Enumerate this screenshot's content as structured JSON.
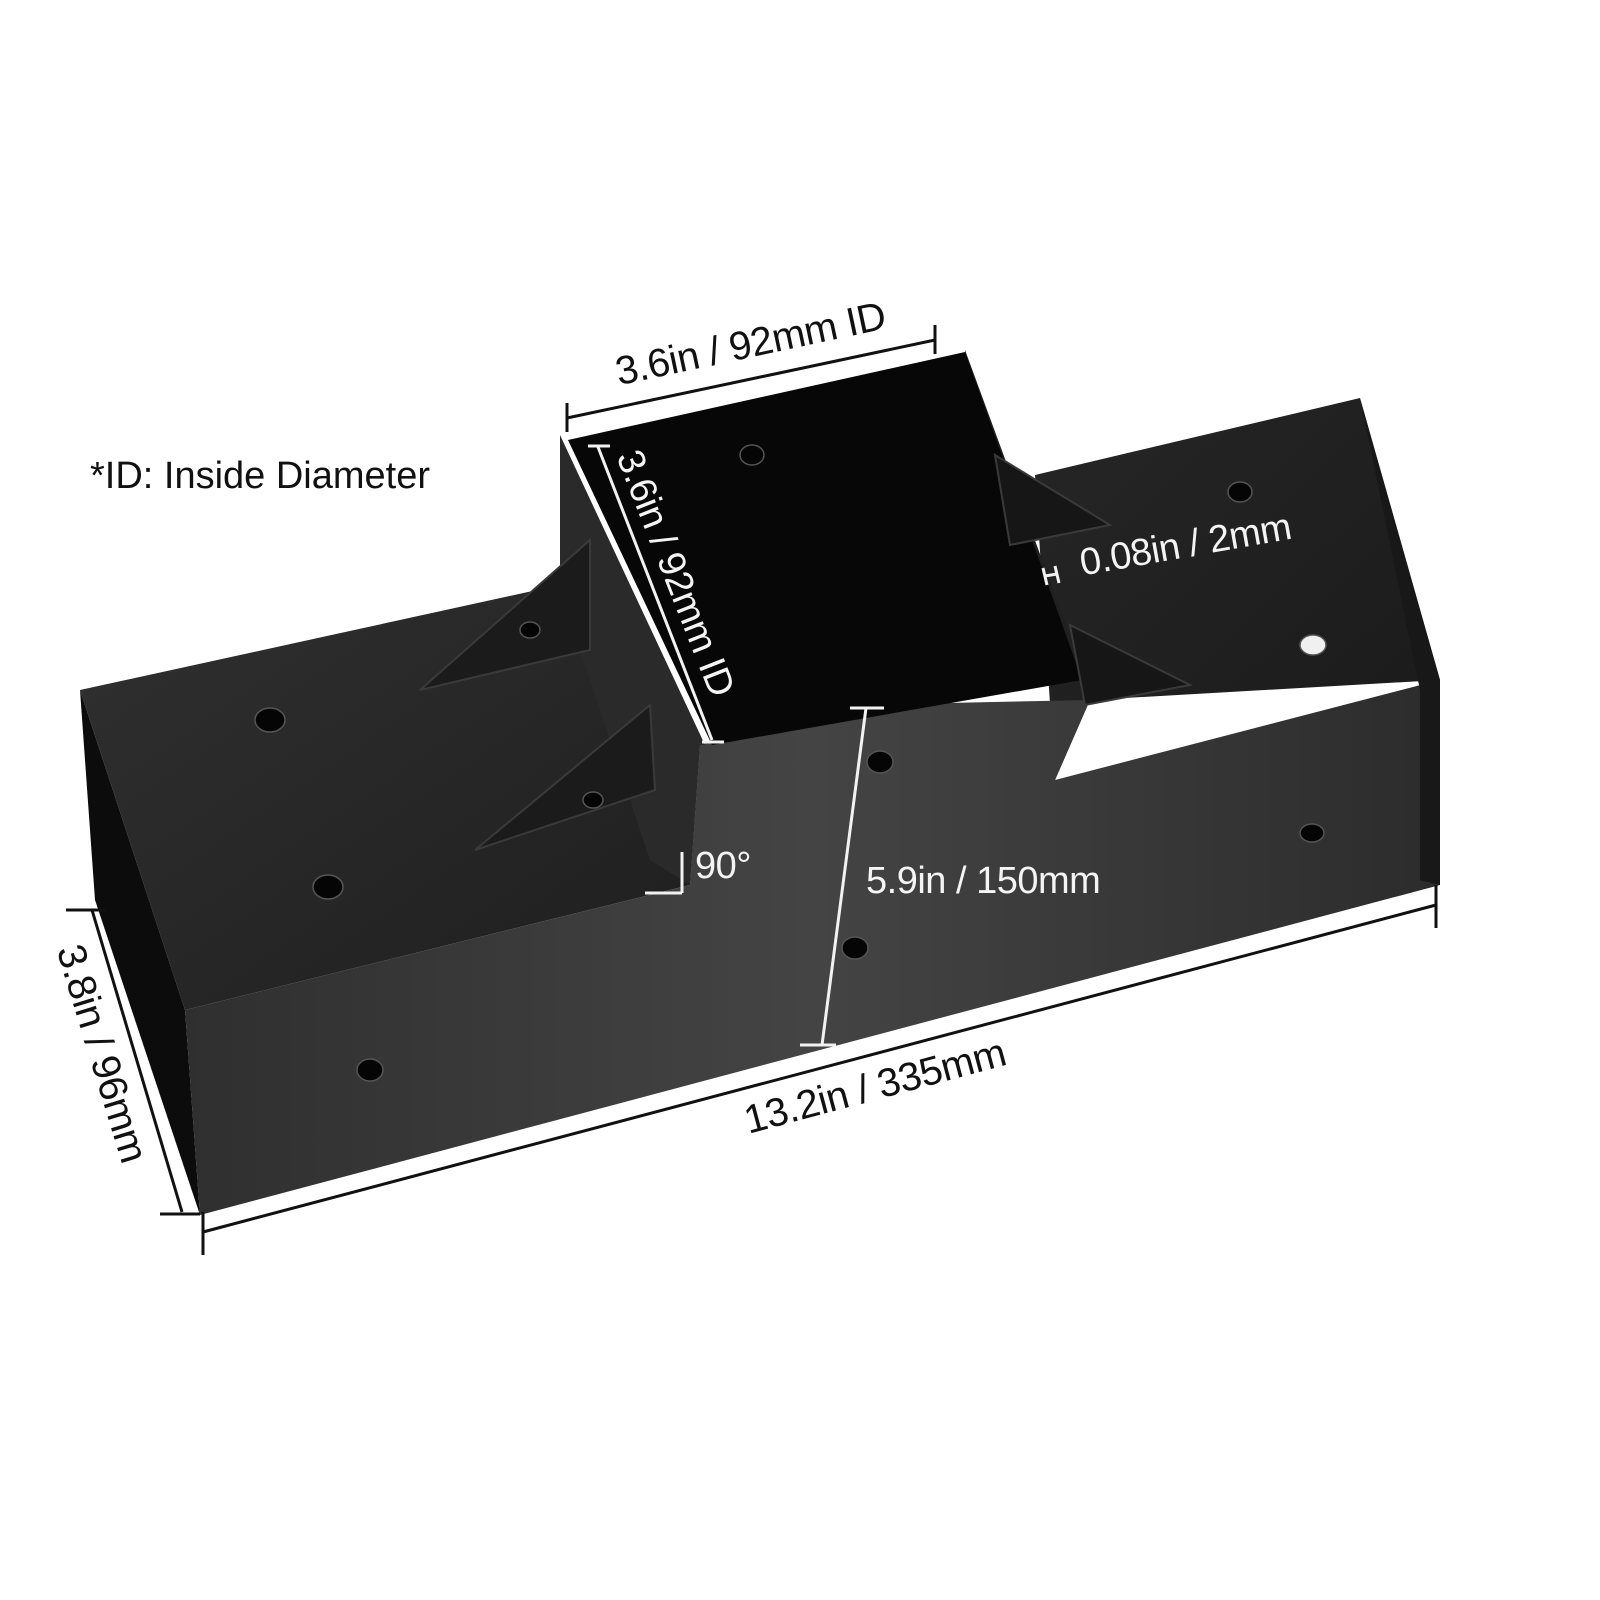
{
  "figure": {
    "type": "product-dimension-diagram",
    "subject": "black steel 3-way post bracket (T-joint)",
    "colors": {
      "background": "#ffffff",
      "metal_top": "#2a2a2a",
      "metal_side": "#3c3c3c",
      "metal_inner": "#080808",
      "metal_gusset": "#1c1c1c",
      "dimension_line_dark": "#111111",
      "dimension_line_light": "#f2f2f2"
    }
  },
  "note": {
    "text": "*ID: Inside Diameter"
  },
  "dimensions": {
    "top_opening_width": {
      "label": "3.6in / 92mm ID",
      "value_in": 3.6,
      "value_mm": 92,
      "type": "inside"
    },
    "top_opening_depth": {
      "label": "3.6in / 92mm ID",
      "value_in": 3.6,
      "value_mm": 92,
      "type": "inside"
    },
    "wall_thickness": {
      "label": "0.08in / 2mm",
      "value_in": 0.08,
      "value_mm": 2
    },
    "angle": {
      "label": "90°",
      "value_deg": 90
    },
    "height": {
      "label": "5.9in / 150mm",
      "value_in": 5.9,
      "value_mm": 150
    },
    "length": {
      "label": "13.2in / 335mm",
      "value_in": 13.2,
      "value_mm": 335
    },
    "outer_width": {
      "label": "3.8in / 96mm",
      "value_in": 3.8,
      "value_mm": 96
    }
  }
}
